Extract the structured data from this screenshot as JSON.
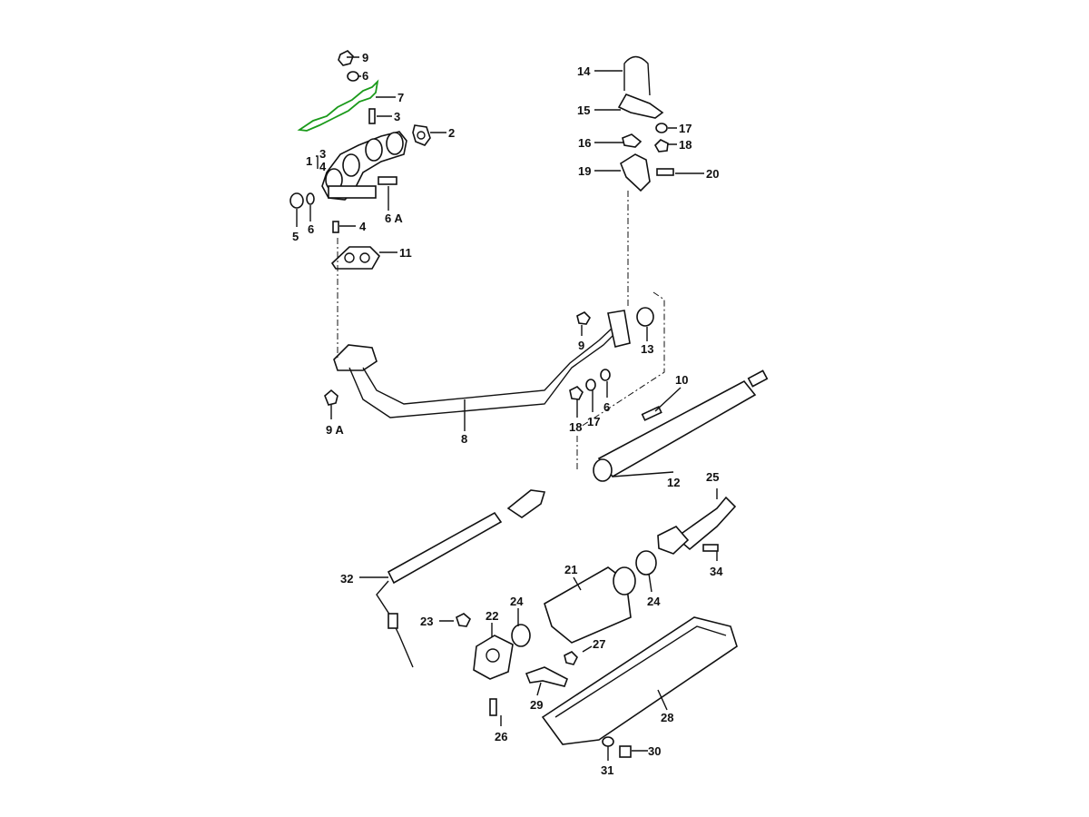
{
  "diagram": {
    "title": "Exhaust system exploded view",
    "highlight_color": "#1a9a1a",
    "callouts": [
      "9",
      "6",
      "7",
      "3",
      "2",
      "1",
      "3",
      "4",
      "5",
      "6",
      "6 A",
      "4",
      "11",
      "14",
      "15",
      "17",
      "16",
      "18",
      "19",
      "20",
      "9",
      "13",
      "10",
      "9 A",
      "8",
      "18",
      "17",
      "6",
      "12",
      "25",
      "32",
      "21",
      "34",
      "24",
      "24",
      "23",
      "22",
      "27",
      "26",
      "29",
      "28",
      "30",
      "31"
    ]
  }
}
